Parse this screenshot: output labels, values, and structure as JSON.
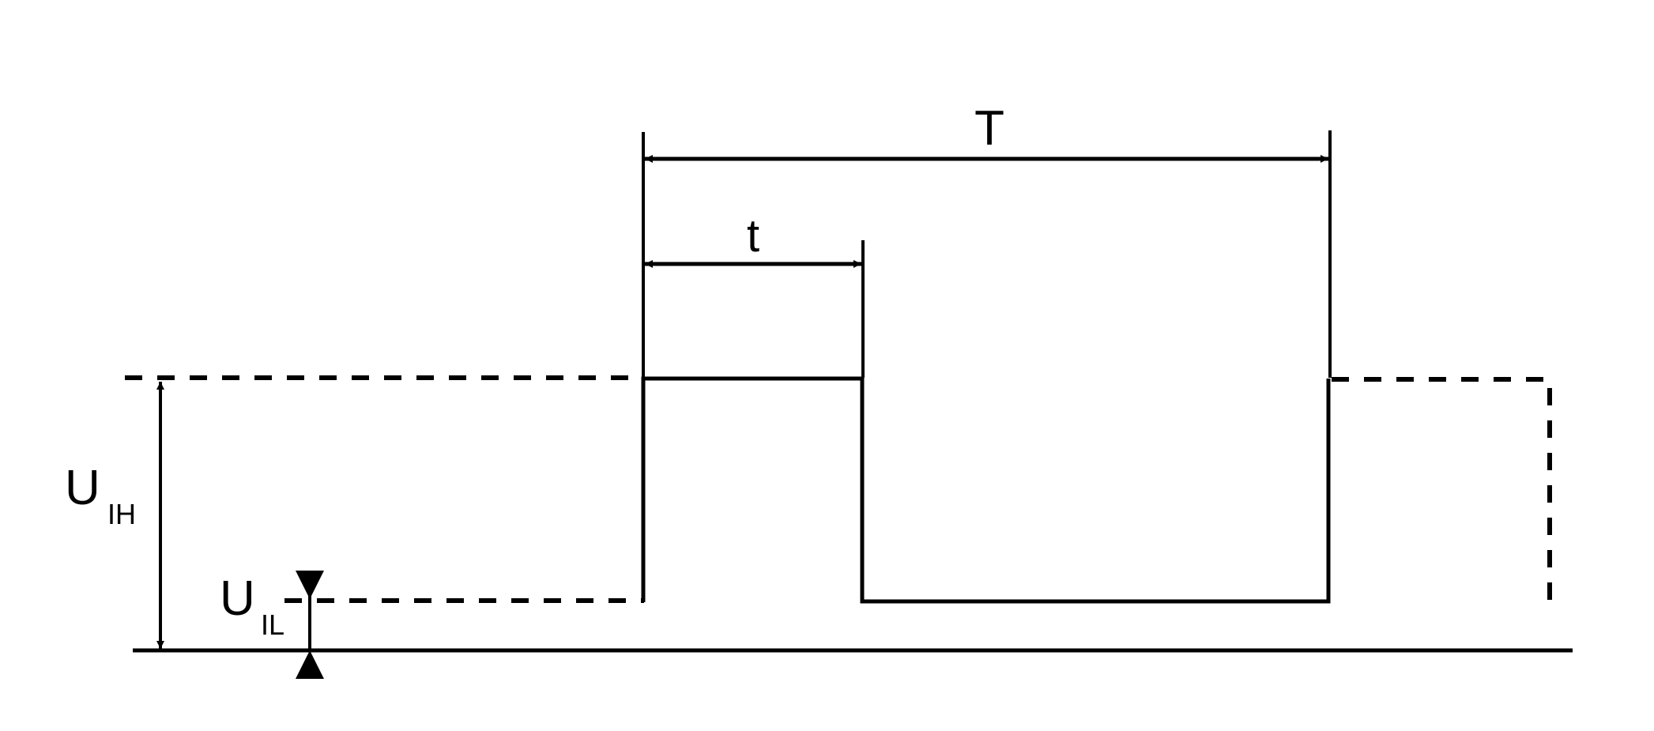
{
  "labels": {
    "period": "T",
    "pulse_width": "t",
    "u_high_main": "U",
    "u_high_sub": "IH",
    "u_low_main": "U",
    "u_low_sub": "IL"
  },
  "colors": {
    "stroke": "#000000",
    "background": "#ffffff"
  }
}
